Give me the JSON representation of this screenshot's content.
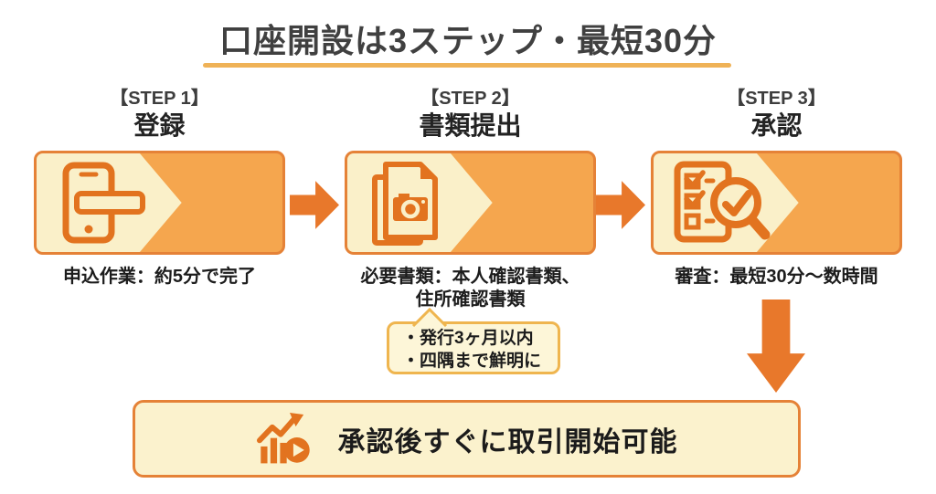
{
  "title": "口座開設は3ステップ・最短30分",
  "steps": [
    {
      "step_label": "【STEP 1】",
      "name": "登録",
      "caption": "申込作業：約5分で完了",
      "icon": "smartphone-form-icon"
    },
    {
      "step_label": "【STEP 2】",
      "name": "書類提出",
      "caption_line1": "必要書類：本人確認書類、",
      "caption_line2": "住所確認書類",
      "icon": "documents-camera-icon",
      "note": {
        "lines": [
          "・発行3ヶ月以内",
          "・四隅まで鮮明に"
        ]
      }
    },
    {
      "step_label": "【STEP 3】",
      "name": "承認",
      "caption": "審査：最短30分〜数時間",
      "icon": "checklist-magnifier-icon"
    }
  ],
  "banner": {
    "text": "承認後すぐに取引開始可能",
    "icon": "growth-chart-play-icon"
  },
  "colors": {
    "accent": "#e2731f",
    "arrow": "#e8782b",
    "border-orange": "#e58237",
    "box-cream": "#faf0c9",
    "box-orange": "#f5a64e",
    "underline": "#efb257",
    "bubble-border": "#efb54f",
    "bubble-bg": "#fdf6d8",
    "banner-bg": "#fbf2cd",
    "text-dark": "#3d3d3d",
    "text-black": "#1c1c1c"
  }
}
